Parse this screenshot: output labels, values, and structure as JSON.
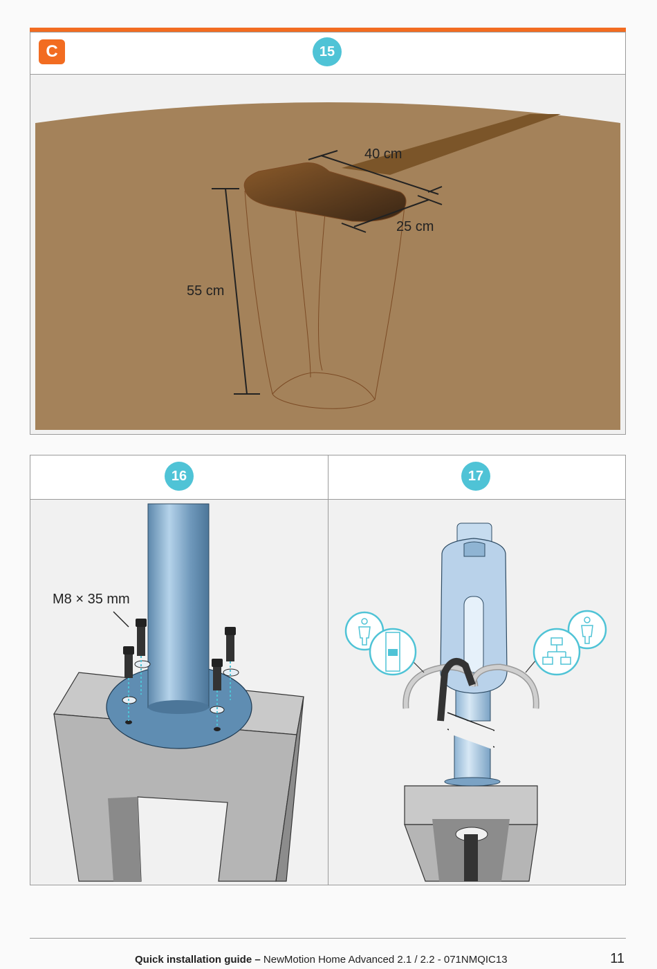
{
  "section": {
    "letter": "C"
  },
  "steps": {
    "s15": {
      "number": "15",
      "depth_label": "55 cm",
      "length_label": "40 cm",
      "width_label": "25 cm"
    },
    "s16": {
      "number": "16",
      "bolt_label": "M8 × 35 mm"
    },
    "s17": {
      "number": "17"
    }
  },
  "footer": {
    "title": "Quick installation guide",
    "separator": " – ",
    "subtitle": "NewMotion Home Advanced 2.1 / 2.2 - 071NMQIC13",
    "page_number": "11"
  },
  "colors": {
    "accent": "#f26c21",
    "step_badge": "#4fc3d6",
    "soil": "#a4825a",
    "steel": "#7aa6c8",
    "concrete": "#b5b5b5"
  },
  "icons": [
    "person-icon",
    "breaker-icon",
    "network-icon"
  ]
}
